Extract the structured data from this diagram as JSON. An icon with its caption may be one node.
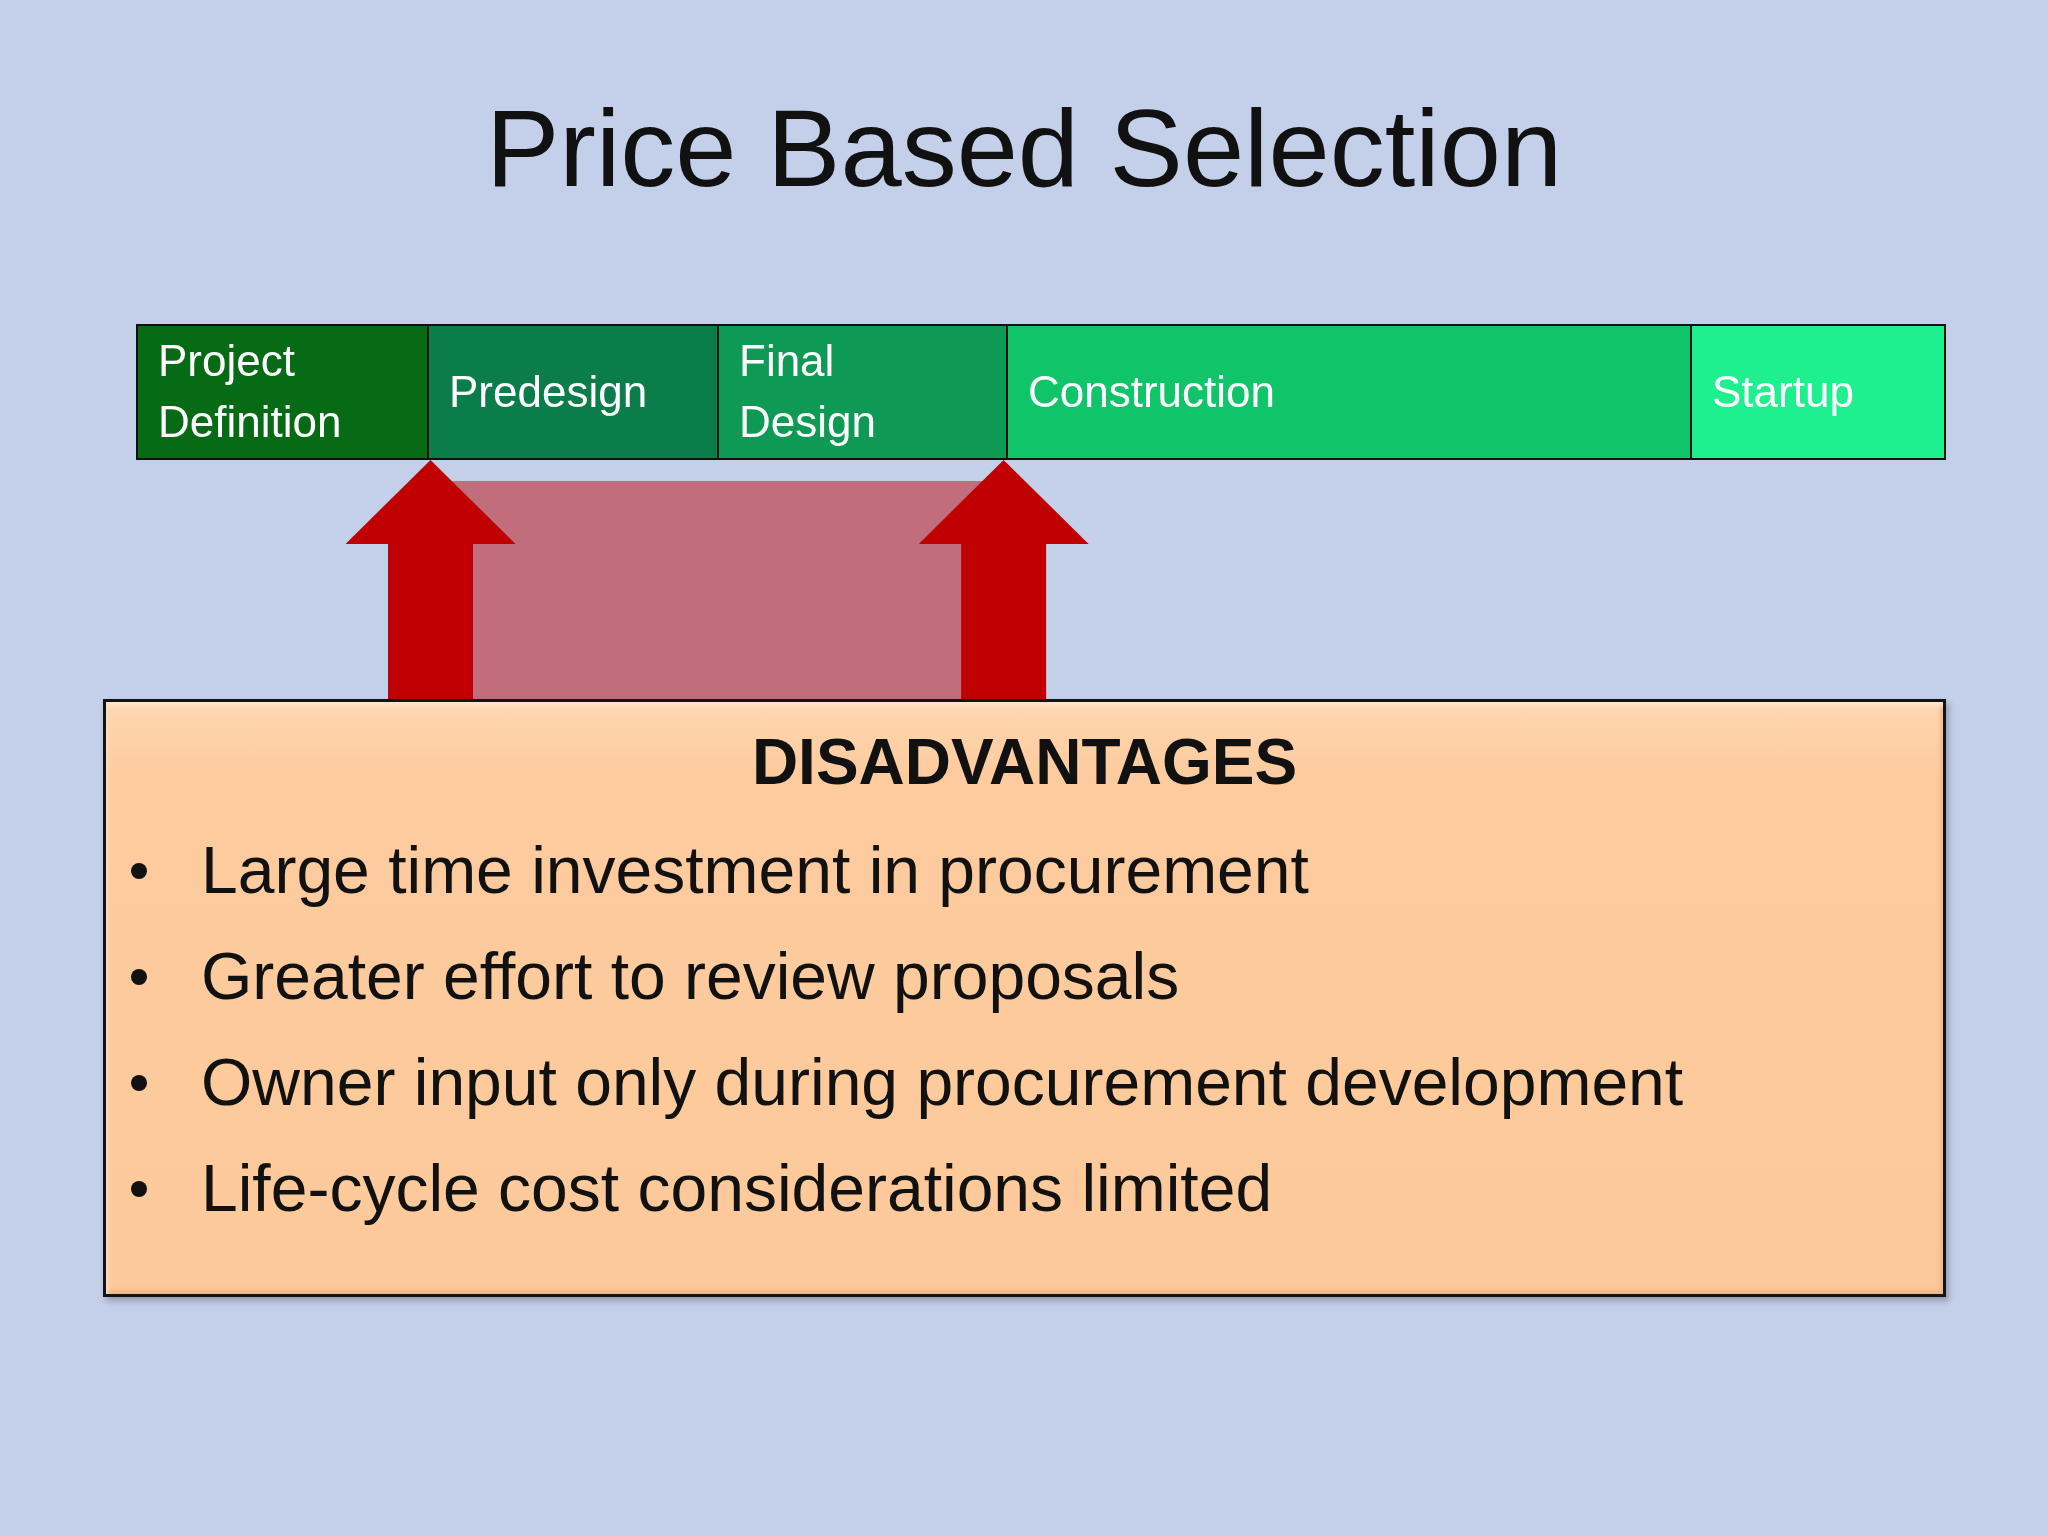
{
  "diagram": {
    "title": "Price Based Selection",
    "nodes": [
      {
        "text": [
          "Project Definition"
        ]
      },
      {
        "text": [
          "Predesign"
        ]
      },
      {
        "text": [
          "Final Design"
        ]
      },
      {
        "text": [
          "Construction"
        ]
      },
      {
        "text": [
          "Startup"
        ]
      },
      {
        "text": [
          "DISADVANTAGES",
          "Large time investment in procurement",
          "Greater effort to review proposals",
          "Owner input only during procurement development",
          "Life-cycle cost considerations limited"
        ]
      }
    ],
    "edges": [
      {
        "from": 5,
        "to": 1,
        "arrow": "to"
      },
      {
        "from": 5,
        "to": 2,
        "arrow": "to"
      }
    ]
  }
}
